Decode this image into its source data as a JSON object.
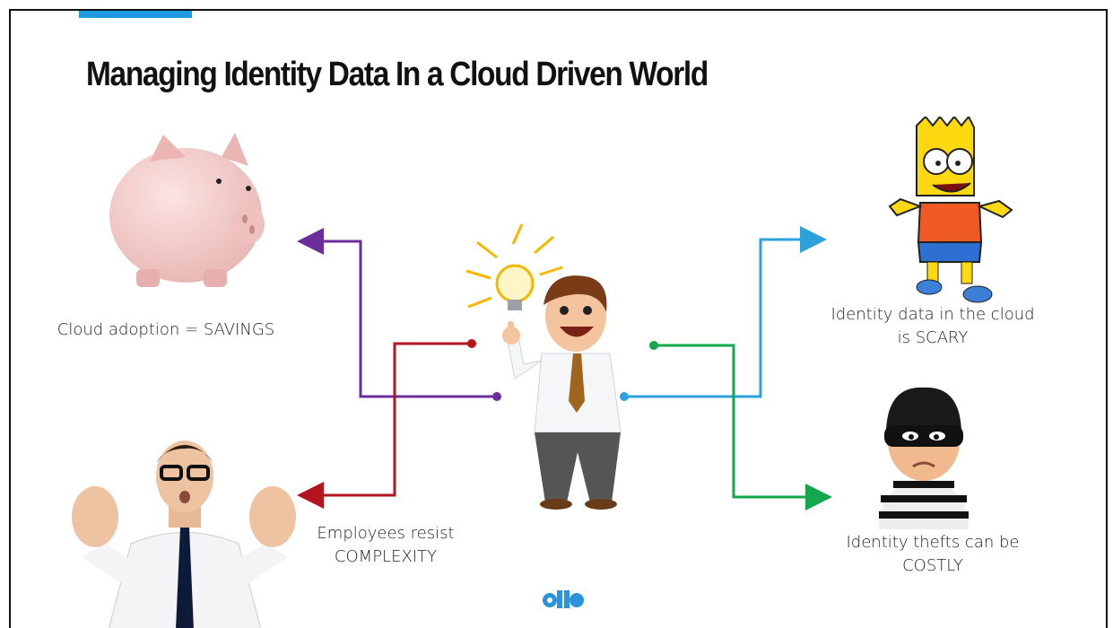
{
  "slide": {
    "title": "Managing Identity Data In a Cloud Driven World",
    "accent_color": "#1e9be0"
  },
  "captions": {
    "savings": "Cloud adoption = SAVINGS",
    "complexity_line1": "Employees resist",
    "complexity_line2": "COMPLEXITY",
    "scary_line1": "Identity data in the cloud",
    "scary_line2": "is SCARY",
    "costly_line1": "Identity thefts can be",
    "costly_line2": "COSTLY"
  },
  "connector_colors": {
    "savings": "#6a2f9a",
    "complexity": "#b3141e",
    "scary": "#2ca1dc",
    "costly": "#12a84b"
  },
  "icons": [
    "piggy-bank-icon",
    "surprised-man-icon",
    "businessman-idea-icon",
    "cartoon-boy-icon",
    "burglar-icon",
    "company-logo-icon"
  ]
}
